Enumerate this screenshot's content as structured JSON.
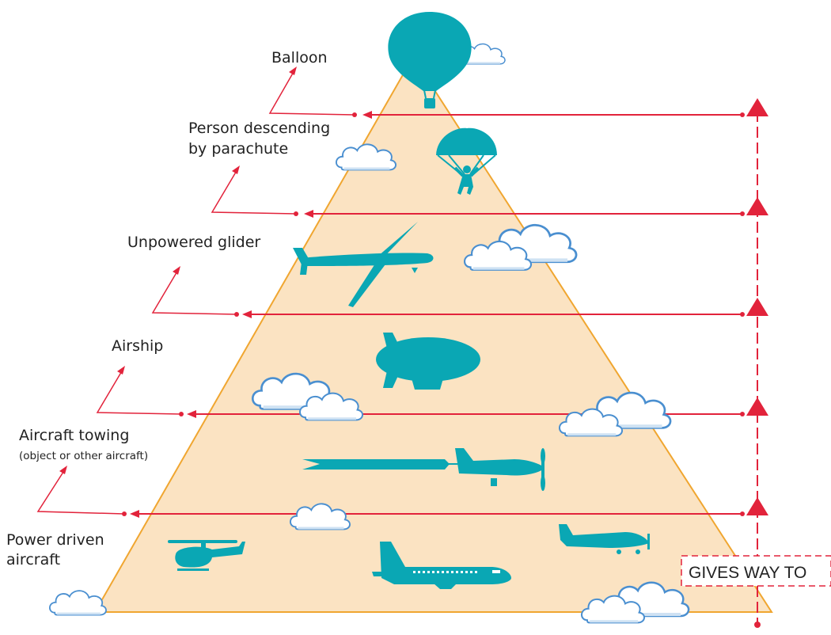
{
  "colors": {
    "pyramid_fill": "#fbe3c2",
    "pyramid_stroke": "#f0a630",
    "teal": "#0aa7b4",
    "red": "#e2233b",
    "cloud_fill": "#ffffff",
    "cloud_stroke": "#4a8fd0"
  },
  "levels": [
    {
      "label": "Balloon",
      "icon": "balloon-icon"
    },
    {
      "label": "Person descending",
      "label2": "by parachute",
      "icon": "parachute-icon"
    },
    {
      "label": "Unpowered glider",
      "icon": "glider-icon"
    },
    {
      "label": "Airship",
      "icon": "airship-icon"
    },
    {
      "label": "Aircraft towing",
      "sublabel": "(object or other aircraft)",
      "icon": "towing-aircraft-icon"
    },
    {
      "label": "Power driven",
      "label2": "aircraft",
      "icons": [
        "helicopter-icon",
        "airliner-icon",
        "light-aircraft-icon"
      ]
    }
  ],
  "legend": {
    "text": "GIVES WAY TO"
  }
}
